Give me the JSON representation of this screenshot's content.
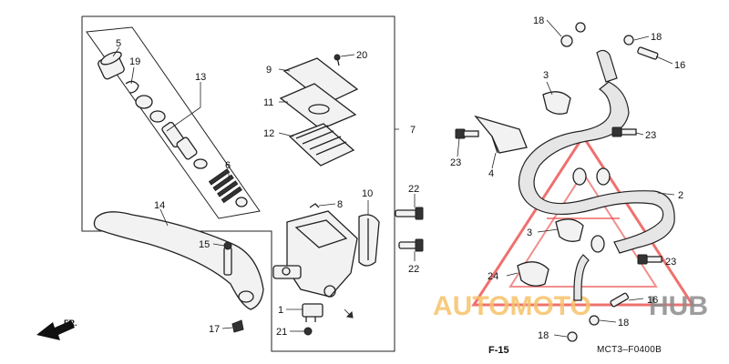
{
  "labels": {
    "p1": "1",
    "p2": "2",
    "p3a": "3",
    "p3b": "3",
    "p4": "4",
    "p5": "5",
    "p6": "6",
    "p7": "7",
    "p8": "8",
    "p9": "9",
    "p10": "10",
    "p11": "11",
    "p12": "12",
    "p13": "13",
    "p14": "14",
    "p15": "15",
    "p16a": "16",
    "p16b": "16",
    "p17": "17",
    "p18a": "18",
    "p18b": "18",
    "p18c": "18",
    "p18d": "18",
    "p19": "19",
    "p20": "20",
    "p21": "21",
    "p22a": "22",
    "p22b": "22",
    "p23a": "23",
    "p23b": "23",
    "p23c": "23",
    "p24": "24"
  },
  "front_marker": "FR.",
  "reference": "F-15",
  "diagram_code": "MCT3–F0400B",
  "watermark": {
    "part1": "AUTOMOTO",
    "part2": "HUB",
    "accent": "#e8423f",
    "gold": "#f6c26b",
    "gray": "#8c8c8c"
  }
}
